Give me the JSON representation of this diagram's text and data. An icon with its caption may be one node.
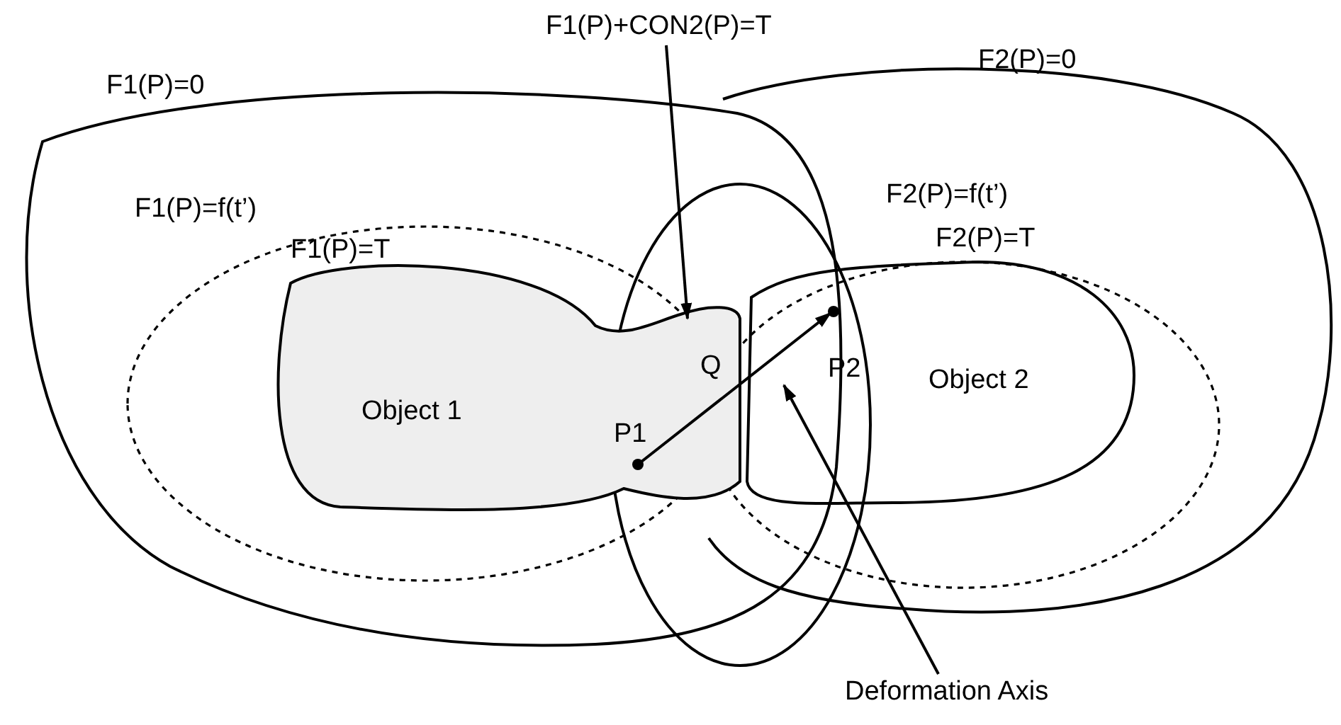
{
  "diagram": {
    "nodes": [
      {
        "text": [
          "F1(P)+CON2(P)=T"
        ]
      },
      {
        "text": [
          "Object 1"
        ],
        "beside": [
          "F1(P)=T"
        ]
      },
      {
        "text": [
          "Object 2"
        ],
        "beside": [
          "F2(P)=T"
        ]
      },
      {
        "text": [
          "Deformation Axis"
        ]
      }
    ],
    "edges": [
      {
        "from": 0,
        "to": 1,
        "arrow": "to"
      },
      {
        "from": 3,
        "to": 2,
        "arrow": "to"
      },
      {
        "from": 1,
        "to": 2,
        "arrow": "to"
      }
    ],
    "labels": [
      "F1(P)=0",
      "F2(P)=0",
      "F1(P)=f(t’)",
      "F2(P)=f(t’)",
      "Q",
      "P2",
      "P1"
    ]
  }
}
